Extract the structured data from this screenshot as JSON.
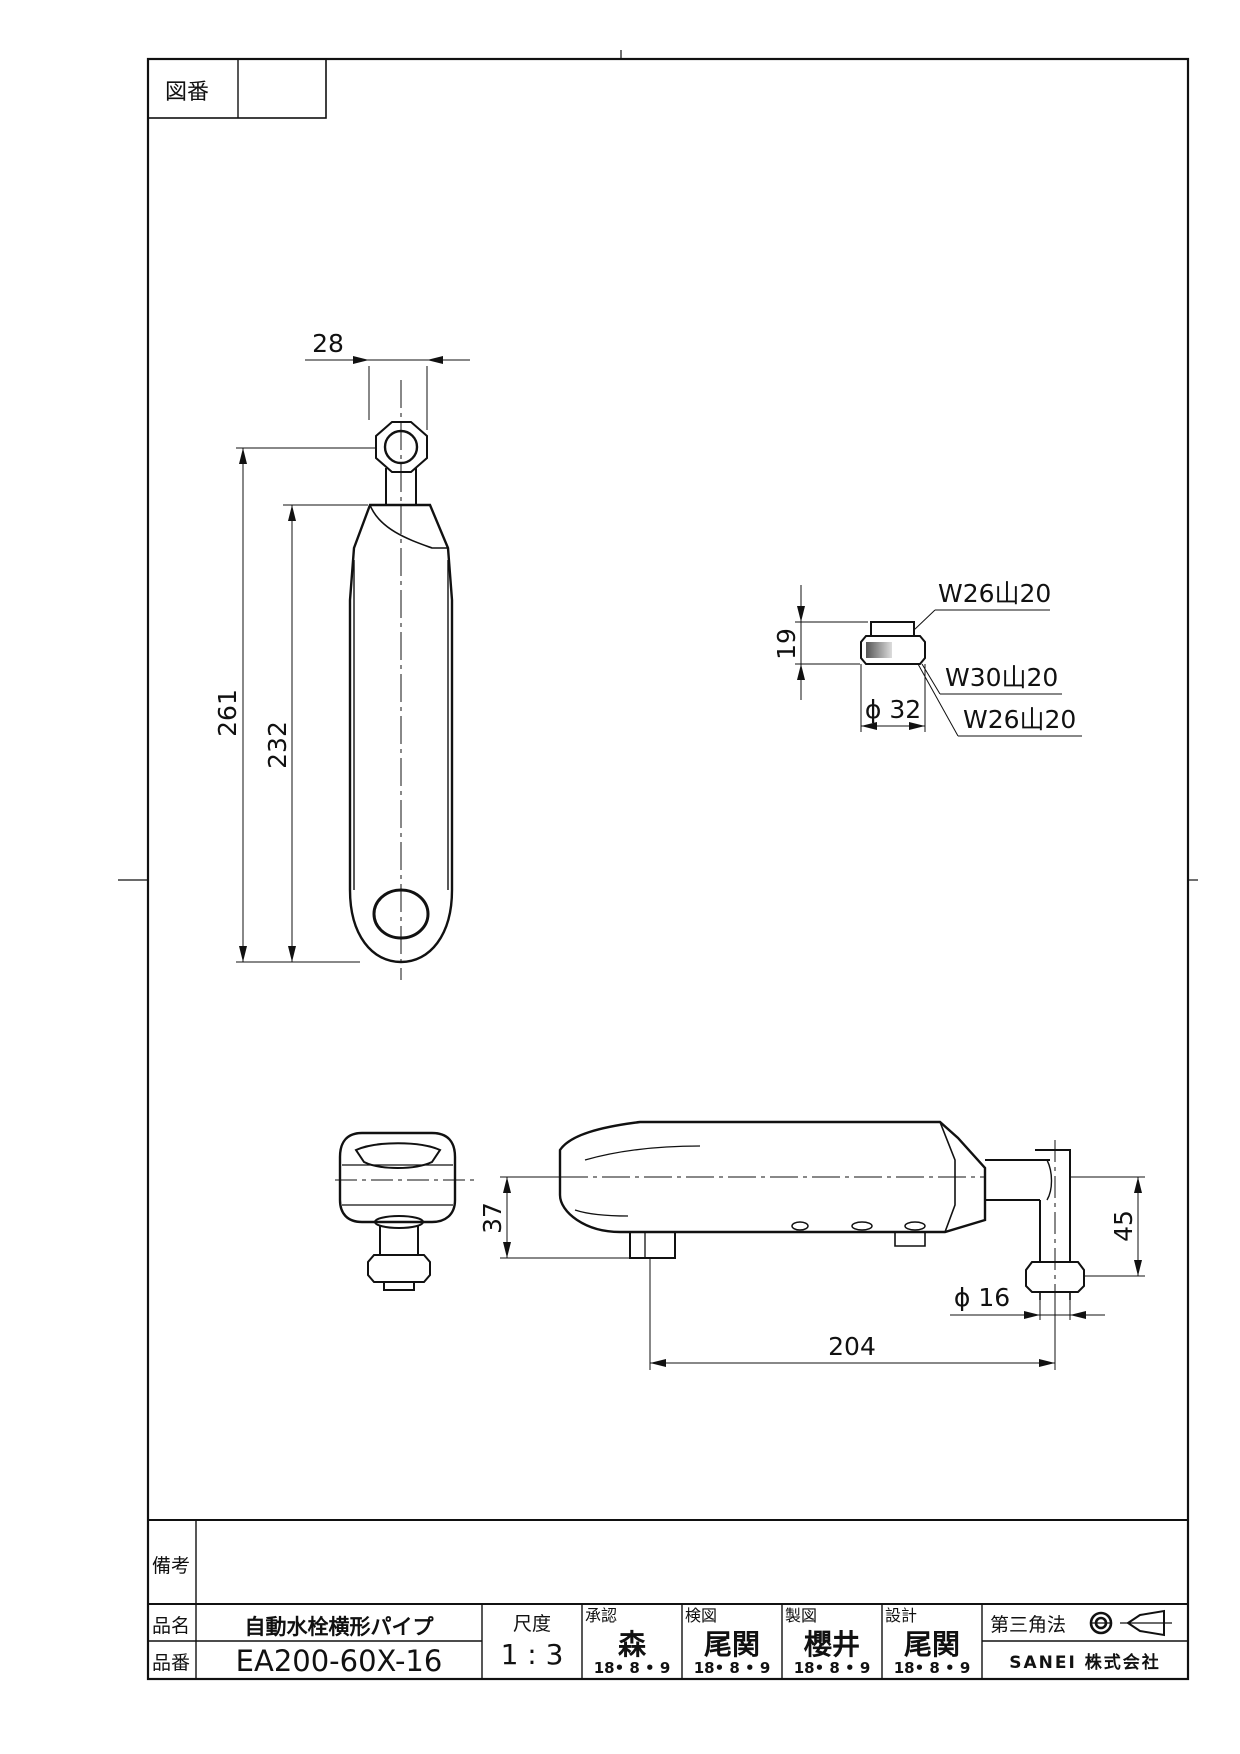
{
  "drawing_number_label": "図番",
  "drawing_number_value": "",
  "remarks_label": "備考",
  "remarks_value": "",
  "product_name_label": "品名",
  "product_name": "自動水栓横形パイプ",
  "product_code_label": "品番",
  "product_code": "EA200-60X-16",
  "scale_label": "尺度",
  "scale_value": "1 : 3",
  "approvals": [
    {
      "role": "承認",
      "name": "森",
      "date": "18• 8 • 9"
    },
    {
      "role": "検図",
      "name": "尾関",
      "date": "18• 8 • 9"
    },
    {
      "role": "製図",
      "name": "櫻井",
      "date": "18• 8 • 9"
    },
    {
      "role": "設計",
      "name": "尾関",
      "date": "18• 8 • 9"
    }
  ],
  "projection_label": "第三角法",
  "company": "SANEI 株式会社",
  "dimensions": {
    "top_width": "28",
    "overall_length": "261",
    "body_length": "232",
    "thread_height": "19",
    "thread_top": "W26山20",
    "thread_mid": "W30山20",
    "thread_bottom": "W26山20",
    "thread_dia": "ϕ 32",
    "side_height": "37",
    "elbow_height": "45",
    "pipe_dia": "ϕ 16",
    "spout_length": "204"
  },
  "colors": {
    "ink": "#111111",
    "shade": "#8a8a8a"
  }
}
